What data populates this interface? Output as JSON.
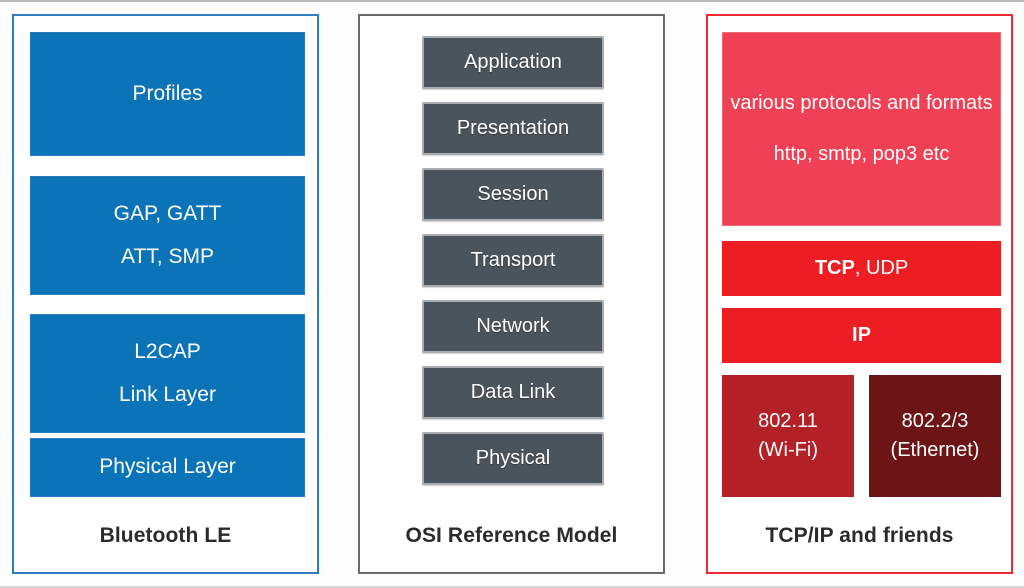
{
  "columns": [
    {
      "id": "bluetooth-le",
      "caption": "Bluetooth LE",
      "accent": "#0B73B8",
      "border": "#2E7CBF",
      "boxes": [
        {
          "lines": [
            "Profiles"
          ]
        },
        {
          "lines": [
            "GAP, GATT",
            "ATT, SMP"
          ]
        },
        {
          "lines": [
            "L2CAP",
            "Link Layer"
          ]
        },
        {
          "lines": [
            "Physical Layer"
          ]
        }
      ]
    },
    {
      "id": "osi-reference-model",
      "caption": "OSI Reference Model",
      "accent": "#4A545C",
      "border": "#6b6b6b",
      "boxes": [
        {
          "lines": [
            "Application"
          ]
        },
        {
          "lines": [
            "Presentation"
          ]
        },
        {
          "lines": [
            "Session"
          ]
        },
        {
          "lines": [
            "Transport"
          ]
        },
        {
          "lines": [
            "Network"
          ]
        },
        {
          "lines": [
            "Data Link"
          ]
        },
        {
          "lines": [
            "Physical"
          ]
        }
      ]
    },
    {
      "id": "tcp-ip-and-friends",
      "caption": "TCP/IP and friends",
      "accent": "#EC1E24",
      "border": "#ED2B35",
      "boxes": [
        {
          "lines": [
            "various protocols and formats",
            "http, smtp, pop3 etc"
          ],
          "color": "#EF4056"
        },
        {
          "lines_rich": [
            {
              "bold": "TCP",
              "rest": ", UDP"
            }
          ],
          "color": "#EC1E24"
        },
        {
          "lines": [
            "IP"
          ],
          "bold": true,
          "color": "#EC1E24"
        },
        {
          "lines": [
            "802.11",
            "(Wi-Fi)"
          ],
          "color": "#B32026"
        },
        {
          "lines": [
            "802.2/3",
            "(Ethernet)"
          ],
          "color": "#6C1416"
        }
      ]
    }
  ],
  "blue": {
    "b0": "Profiles",
    "b1a": "GAP, GATT",
    "b1b": "ATT, SMP",
    "b2a": "L2CAP",
    "b2b": "Link Layer",
    "b3": "Physical Layer",
    "caption": "Bluetooth LE"
  },
  "gray": {
    "g0": "Application",
    "g1": "Presentation",
    "g2": "Session",
    "g3": "Transport",
    "g4": "Network",
    "g5": "Data Link",
    "g6": "Physical",
    "caption": "OSI Reference Model"
  },
  "red": {
    "r0a": "various protocols and formats",
    "r0b": "http, smtp, pop3 etc",
    "r1_bold": "TCP",
    "r1_rest": ", UDP",
    "r2": "IP",
    "r3a": "802.11",
    "r3b": "(Wi-Fi)",
    "r4a": "802.2/3",
    "r4b": "(Ethernet)",
    "caption": "TCP/IP and friends"
  }
}
